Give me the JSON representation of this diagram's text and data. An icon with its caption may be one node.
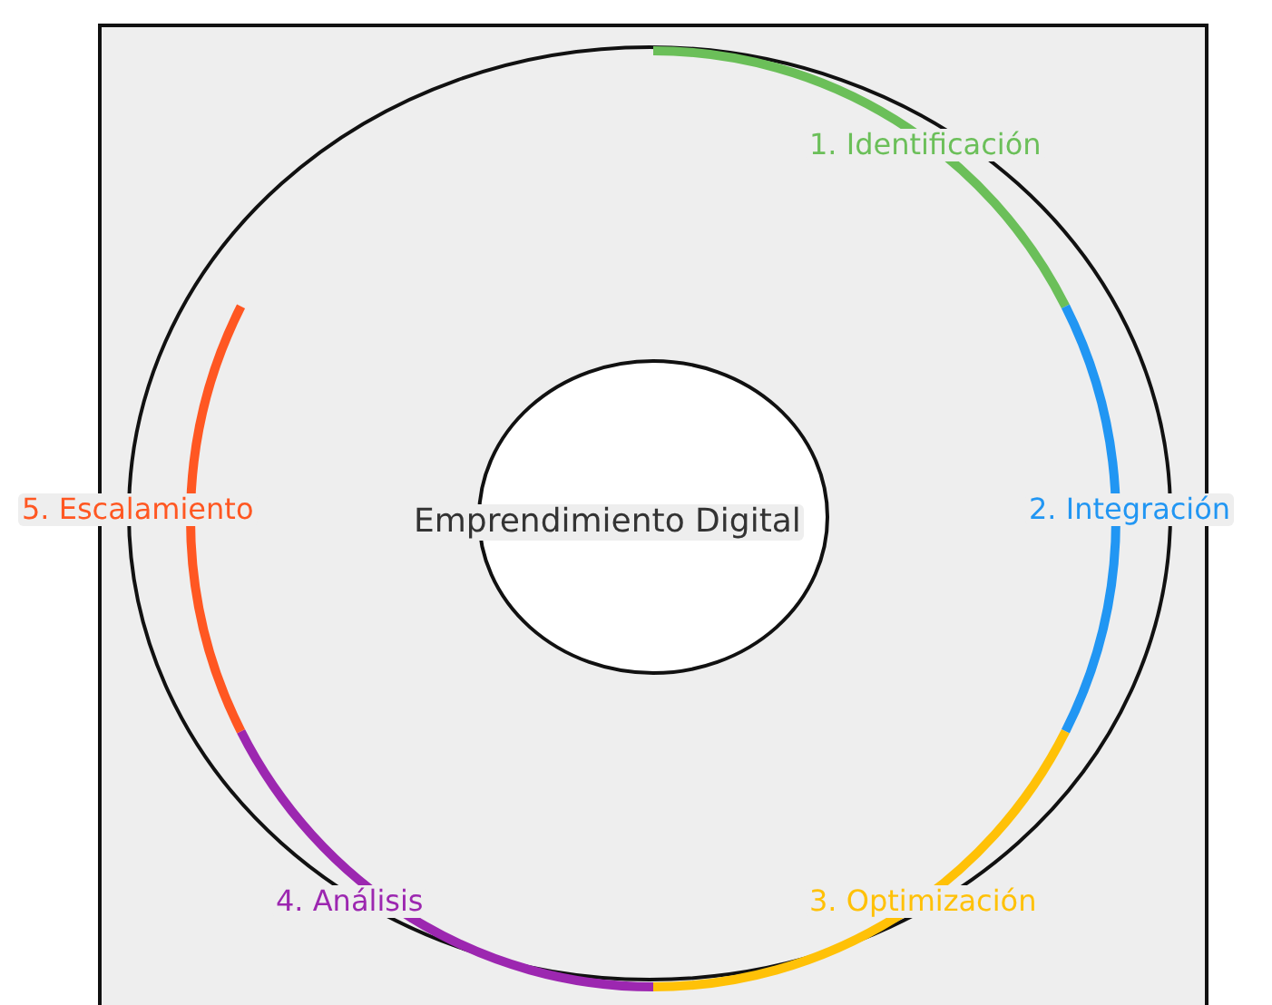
{
  "diagram": {
    "nodes": [
      {
        "text": [
          "Emprendimiento Digital"
        ]
      },
      {
        "text": [
          "1. Identificación"
        ]
      },
      {
        "text": [
          "2. Integración"
        ]
      },
      {
        "text": [
          "3. Optimización"
        ]
      },
      {
        "text": [
          "4. Análisis"
        ]
      },
      {
        "text": [
          "5. Escalamiento"
        ]
      }
    ]
  }
}
